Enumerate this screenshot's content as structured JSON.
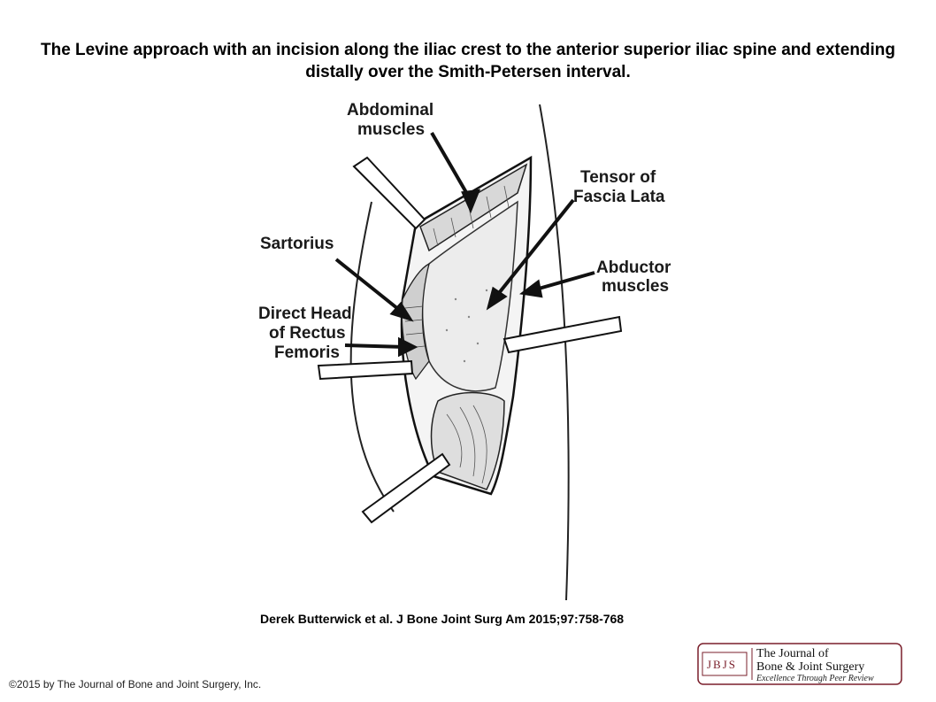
{
  "slide": {
    "title": "The Levine approach with an incision along the iliac crest to the anterior superior iliac spine and extending distally over the Smith-Petersen interval.",
    "citation": "Derek Butterwick et al. J Bone Joint Surg Am 2015;97:758-768",
    "copyright": "©2015 by The Journal of Bone and Joint Surgery, Inc."
  },
  "figure": {
    "labels": {
      "abdominal_1": "Abdominal",
      "abdominal_2": "muscles",
      "tensor_1": "Tensor of",
      "tensor_2": "Fascia Lata",
      "sartorius": "Sartorius",
      "abductor_1": "Abductor",
      "abductor_2": "muscles",
      "rectus_1": "Direct Head",
      "rectus_2": "of Rectus",
      "rectus_3": "Femoris"
    }
  },
  "logo": {
    "mark": "JBJS",
    "line1": "The Journal of",
    "line2": "Bone & Joint Surgery",
    "tagline": "Excellence Through Peer Review",
    "accent_color": "#7a1f2b"
  }
}
